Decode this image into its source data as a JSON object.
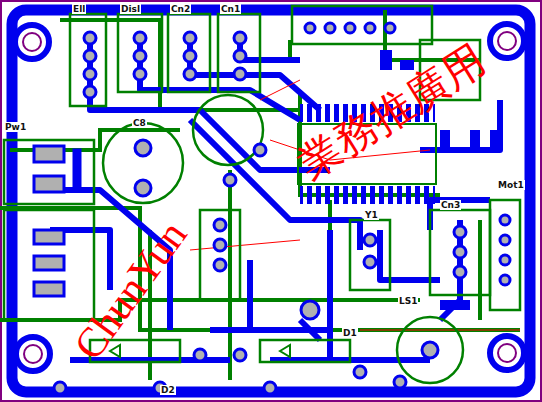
{
  "diagram": {
    "labels": [
      "Ell",
      "Disl",
      "Cn2",
      "Cn1",
      "Pw1",
      "C8",
      "Y1",
      "Cn3",
      "Mot1",
      "LS1",
      "D1",
      "D2",
      "ChunYun",
      "業務推廣用"
    ]
  }
}
